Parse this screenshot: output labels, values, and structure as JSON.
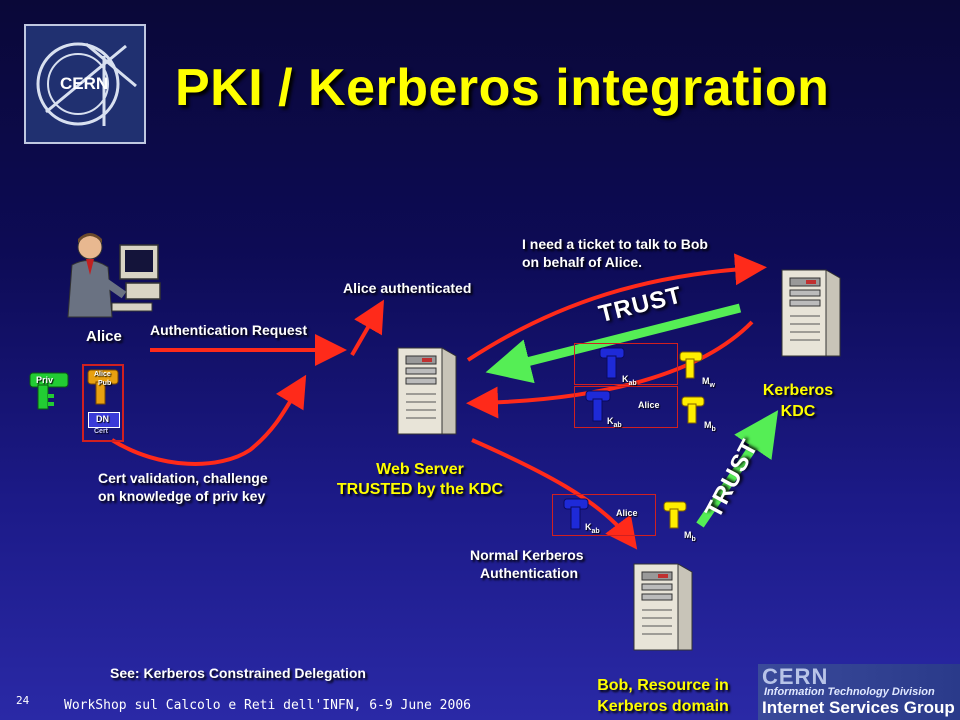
{
  "title": "PKI / Kerberos integration",
  "logo": {
    "text": "CERN"
  },
  "nodes": {
    "alice": "Alice",
    "web_server_line1": "Web Server",
    "web_server_line2": "TRUSTED by the KDC",
    "kdc_line1": "Kerberos",
    "kdc_line2": "KDC",
    "bob_line1": "Bob, Resource in",
    "bob_line2": "Kerberos domain"
  },
  "labels": {
    "auth_request": "Authentication Request",
    "alice_authenticated": "Alice authenticated",
    "need_ticket_line1": "I need a ticket to talk to Bob",
    "need_ticket_line2": "on behalf of Alice.",
    "cert_validation_line1": "Cert validation, challenge",
    "cert_validation_line2": "on knowledge of priv key",
    "normal_kerberos_line1": "Normal Kerberos",
    "normal_kerberos_line2": "Authentication",
    "trust_top": "TRUST",
    "trust_right": "TRUST",
    "see_also": "See: Kerberos Constrained Delegation"
  },
  "keys": {
    "priv": "Priv",
    "alice_pub_line1": "Alice",
    "alice_pub_line2": "Pub",
    "dn": "DN",
    "cert": "Cert",
    "k_ab": "K",
    "k_ab_sub": "ab",
    "alice": "Alice",
    "m": "M",
    "m_w_sub": "w",
    "m_b_sub": "b"
  },
  "footer": {
    "page_number": "24",
    "event": "WorkShop sul Calcolo e Reti dell'INFN, 6-9 June 2006",
    "org_name": "CERN",
    "division": "Information Technology Division",
    "group": "Internet Services Group"
  },
  "colors": {
    "title": "#ffff00",
    "arrow_red": "#ff2a1a",
    "trust_green": "#55ee55",
    "key_blue": "#1e2ad8",
    "key_yellow": "#ffee00",
    "key_green": "#22cc33"
  }
}
